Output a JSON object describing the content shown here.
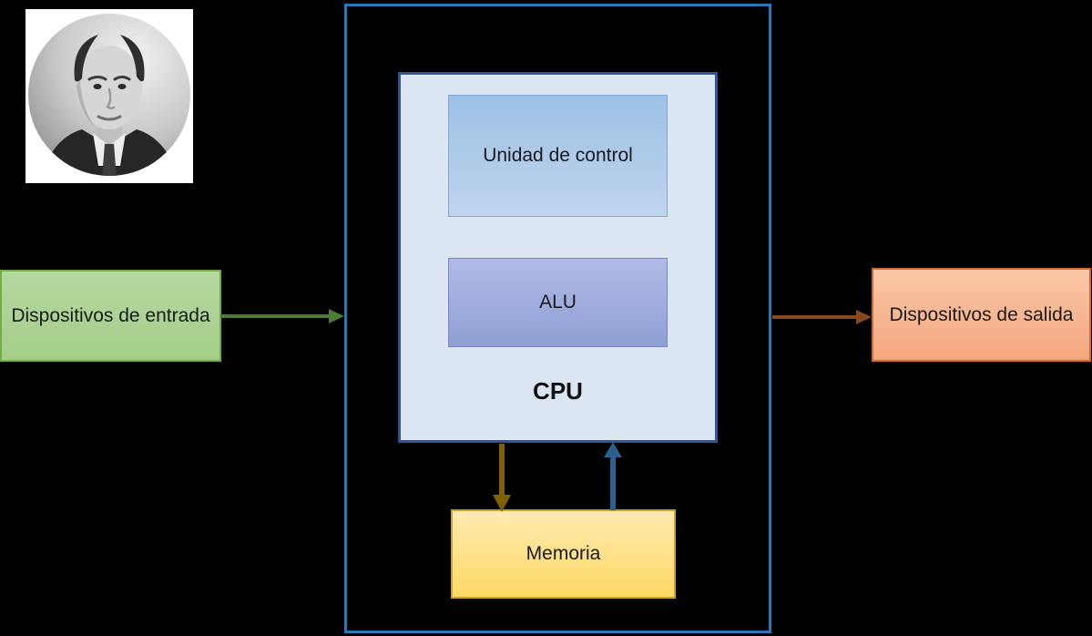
{
  "colors": {
    "background": "#000000",
    "outline_border": "#2e75b6",
    "arrow_input_to_cpu": "#4e7a34",
    "arrow_cpu_to_output": "#8a4a21",
    "arrow_cpu_to_memory": "#7f6000",
    "arrow_memory_to_cpu": "#2b608f"
  },
  "portrait": {
    "icon": "von-neumann-photo"
  },
  "diagram": {
    "cpu": {
      "label": "CPU",
      "fill": "#dce6f2",
      "border": "#2f5597"
    },
    "control_unit": {
      "label": "Unidad de control",
      "fill_top": "#9cc0e5",
      "fill_bottom": "#c1d4ee",
      "border": "#84a7d8"
    },
    "alu": {
      "label": "ALU",
      "fill_top": "#b1bbe4",
      "fill_bottom": "#8e9fd5",
      "border": "#7688c8"
    },
    "memory": {
      "label": "Memoria",
      "fill_top": "#ffeab0",
      "fill_bottom": "#fed966",
      "border": "#c9a227"
    },
    "input_devices": {
      "label": "Dispositivos de entrada",
      "fill_top": "#b5d8a0",
      "fill_bottom": "#a3cd89",
      "border": "#70ad47"
    },
    "output_devices": {
      "label": "Dispositivos de salida",
      "fill_top": "#f9c8a8",
      "fill_bottom": "#f3a67d",
      "border": "#d4692a"
    }
  }
}
